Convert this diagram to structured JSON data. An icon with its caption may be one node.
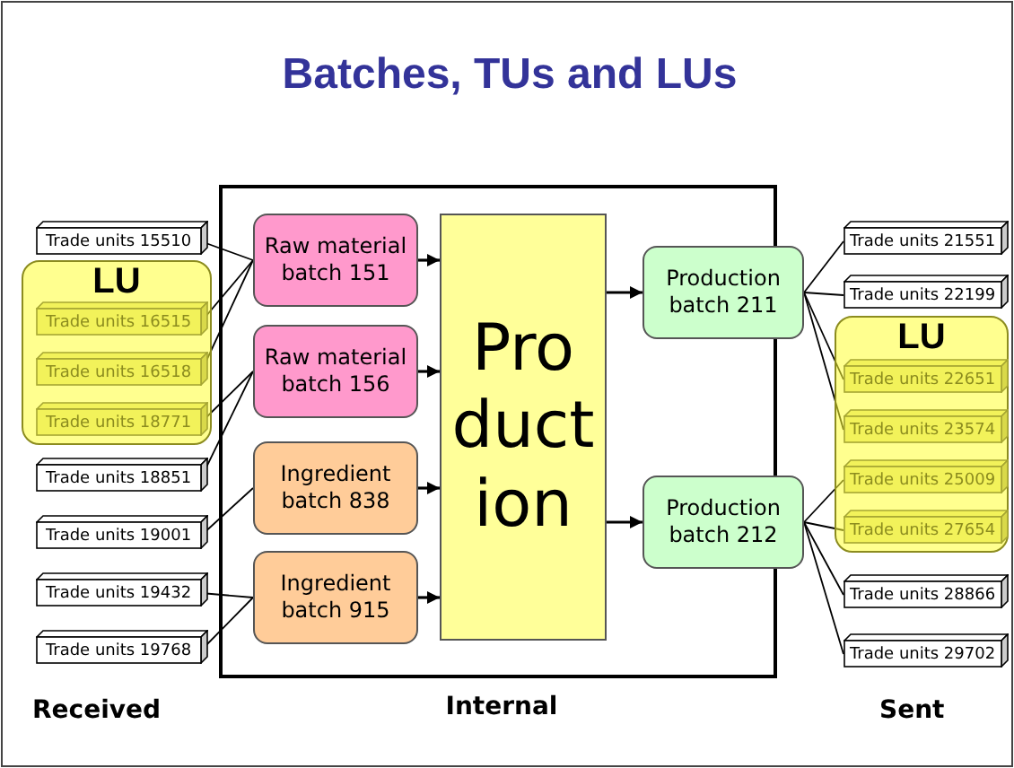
{
  "diagram": {
    "title": "Batches, TUs and LUs",
    "nodes": [
      {
        "text": [
          "Trade units 15510"
        ]
      },
      {
        "text": [
          "LU"
        ]
      },
      {
        "text": [
          "Trade units 16515"
        ],
        "in": 1
      },
      {
        "text": [
          "Trade units 16518"
        ],
        "in": 1
      },
      {
        "text": [
          "Trade units 18771"
        ],
        "in": 1
      },
      {
        "text": [
          "Trade units 18851"
        ]
      },
      {
        "text": [
          "Trade units 19001"
        ]
      },
      {
        "text": [
          "Trade units 19432"
        ]
      },
      {
        "text": [
          "Trade units 19768"
        ]
      },
      {
        "text": [
          "Internal"
        ]
      },
      {
        "text": [
          "Raw material batch 151"
        ],
        "in": 9
      },
      {
        "text": [
          "Raw material batch 156"
        ],
        "in": 9
      },
      {
        "text": [
          "Ingredient batch 838"
        ],
        "in": 9
      },
      {
        "text": [
          "Ingredient batch 915"
        ],
        "in": 9
      },
      {
        "text": [
          "Pro duct ion"
        ],
        "in": 9
      },
      {
        "text": [
          "Production batch 211"
        ],
        "in": 9
      },
      {
        "text": [
          "Production batch 212"
        ],
        "in": 9
      },
      {
        "text": [
          "Trade units 21551"
        ]
      },
      {
        "text": [
          "Trade units 22199"
        ]
      },
      {
        "text": [
          "LU"
        ]
      },
      {
        "text": [
          "Trade units 22651"
        ],
        "in": 19
      },
      {
        "text": [
          "Trade units 23574"
        ],
        "in": 19
      },
      {
        "text": [
          "Trade units 25009"
        ],
        "in": 19
      },
      {
        "text": [
          "Trade units 27654"
        ],
        "in": 19
      },
      {
        "text": [
          "Trade units 28866"
        ]
      },
      {
        "text": [
          "Trade units 29702"
        ]
      }
    ],
    "edges": [
      {
        "from": 0,
        "to": 10,
        "arrow": "none"
      },
      {
        "from": 2,
        "to": 10,
        "arrow": "none"
      },
      {
        "from": 3,
        "to": 10,
        "arrow": "none"
      },
      {
        "from": 4,
        "to": 11,
        "arrow": "none"
      },
      {
        "from": 5,
        "to": 11,
        "arrow": "none"
      },
      {
        "from": 6,
        "to": 12,
        "arrow": "none"
      },
      {
        "from": 7,
        "to": 13,
        "arrow": "none"
      },
      {
        "from": 8,
        "to": 13,
        "arrow": "none"
      },
      {
        "from": 10,
        "to": 14,
        "arrow": "to"
      },
      {
        "from": 11,
        "to": 14,
        "arrow": "to"
      },
      {
        "from": 12,
        "to": 14,
        "arrow": "to"
      },
      {
        "from": 13,
        "to": 14,
        "arrow": "to"
      },
      {
        "from": 14,
        "to": 15,
        "arrow": "to"
      },
      {
        "from": 14,
        "to": 16,
        "arrow": "to"
      },
      {
        "from": 15,
        "to": 17,
        "arrow": "none"
      },
      {
        "from": 15,
        "to": 18,
        "arrow": "none"
      },
      {
        "from": 15,
        "to": 20,
        "arrow": "none"
      },
      {
        "from": 15,
        "to": 21,
        "arrow": "none"
      },
      {
        "from": 16,
        "to": 22,
        "arrow": "none"
      },
      {
        "from": 16,
        "to": 23,
        "arrow": "none"
      },
      {
        "from": 16,
        "to": 24,
        "arrow": "none"
      },
      {
        "from": 16,
        "to": 25,
        "arrow": "none"
      }
    ],
    "labels": [
      "Received",
      "Sent"
    ]
  }
}
